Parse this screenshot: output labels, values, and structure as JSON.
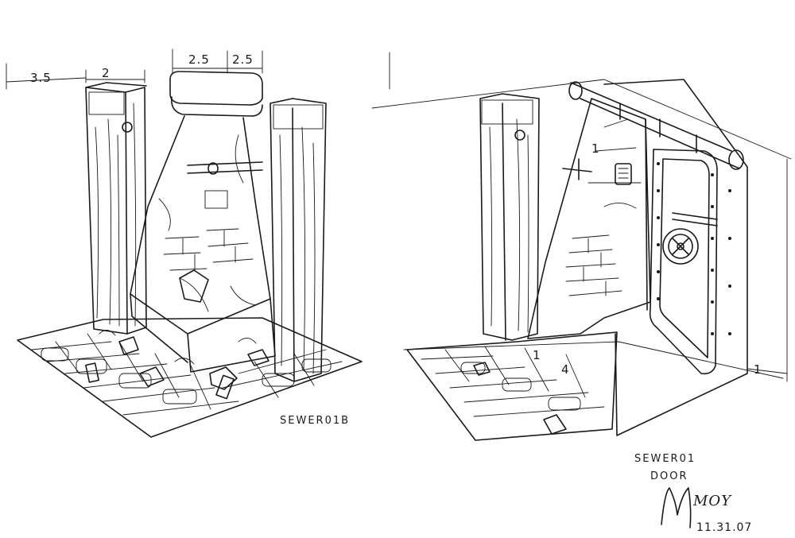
{
  "sketches": [
    {
      "caption": "SEWER01B",
      "dimensions": [
        "3.5",
        "2",
        "2.5",
        "2.5"
      ]
    },
    {
      "caption_line1": "SEWER01",
      "caption_line2": "DOOR",
      "floor_marks": [
        "1",
        "4"
      ],
      "side_mark": "1"
    }
  ],
  "signature": {
    "name": "MOY",
    "date": "11.31.07"
  },
  "ink_color": "#1a1a1a",
  "paper_color": "#ffffff"
}
